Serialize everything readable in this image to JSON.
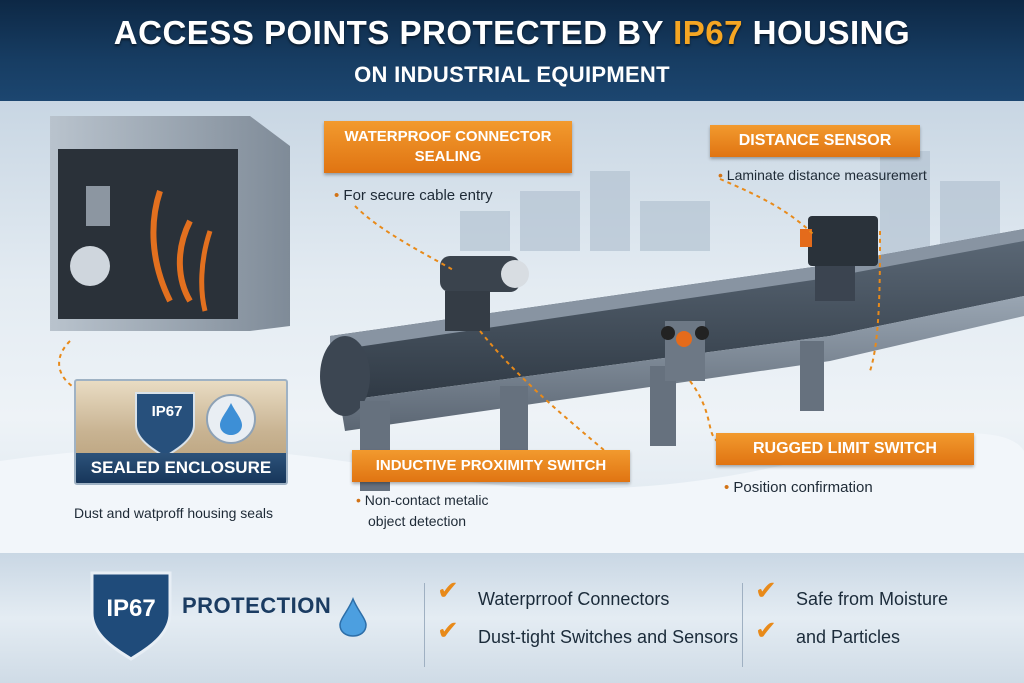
{
  "header": {
    "title_part1": "ACCESS POINTS PROTECTED BY ",
    "title_accent": "IP67",
    "title_part2": " HOUSING",
    "subtitle": "ON INDUSTRIAL EQUIPMENT"
  },
  "callouts": {
    "waterproof": {
      "label_line1": "WATERPROOF CONNECTOR",
      "label_line2": "SEALING",
      "desc": "For secure cable entry"
    },
    "distance": {
      "label": "DISTANCE SENSOR",
      "desc": "Laminate distance measuremert"
    },
    "inductive": {
      "label": "INDUCTIVE PROXIMITY SWITCH",
      "desc_line1": "Non-contact metalic",
      "desc_line2": "object detection"
    },
    "limit": {
      "label": "RUGGED LIMIT SWITCH",
      "desc": "Position confirmation"
    },
    "enclosure": {
      "badge": "IP67",
      "banner": "SEALED ENCLOSURE",
      "desc": "Dust and watproff housing seals"
    }
  },
  "footer": {
    "shield": "IP67",
    "protection": "PROTECTION",
    "items": [
      "Waterprroof Connectors",
      "Dust-tight Switches and Sensors",
      "Safe from Moisture",
      "and Particles"
    ]
  },
  "colors": {
    "accent_orange": "#f5a623",
    "label_orange": "#e8861f",
    "navy": "#173d63"
  }
}
